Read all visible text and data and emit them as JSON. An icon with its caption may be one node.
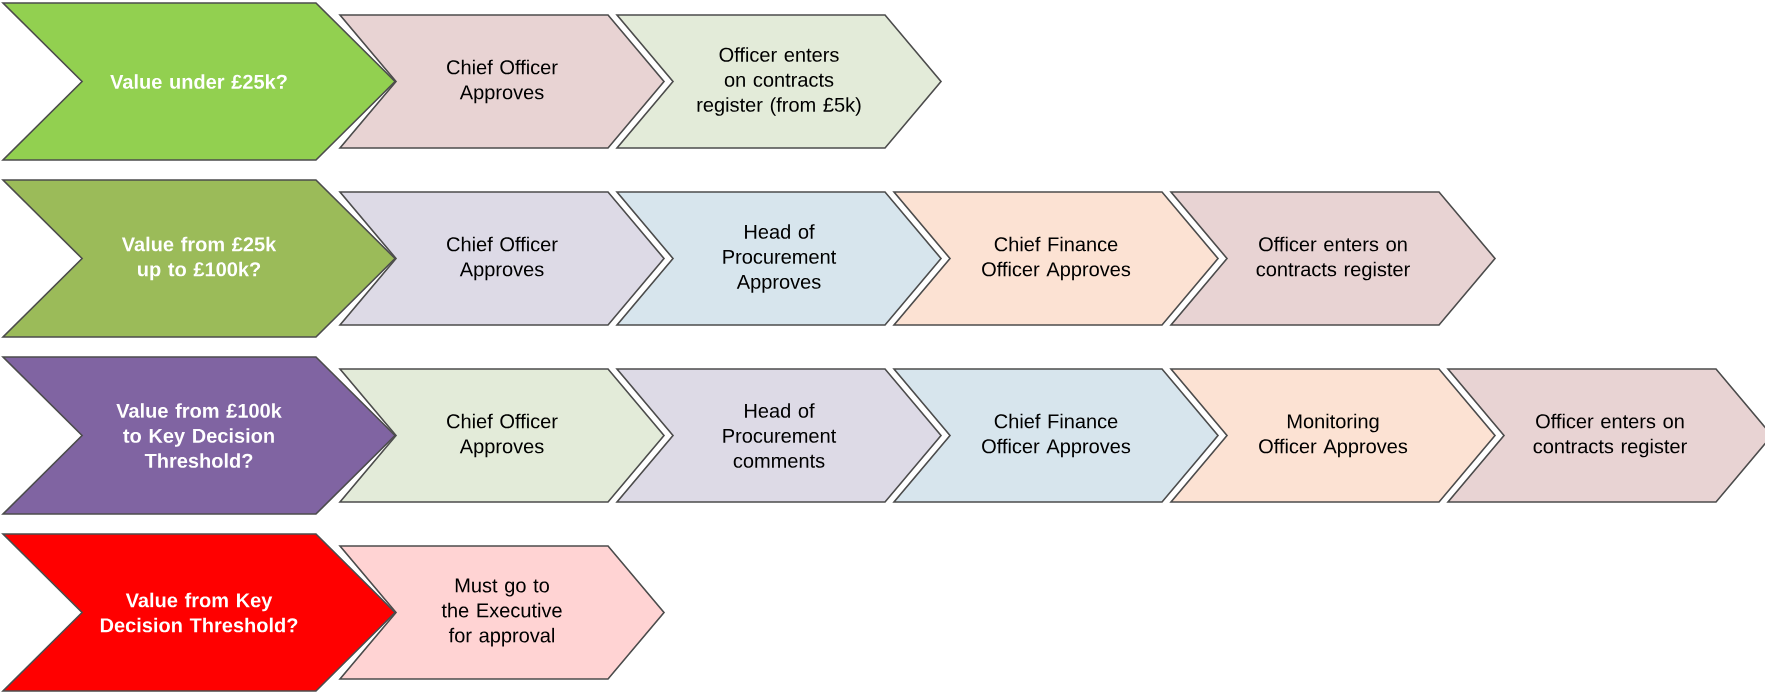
{
  "diagram": {
    "nodes": [
      {
        "text": [
          "Value under £25k?"
        ]
      },
      {
        "text": [
          "Chief Officer Approves"
        ]
      },
      {
        "text": [
          "Officer enters on contracts register (from £5k)"
        ]
      },
      {
        "text": [
          "Value from £25k up to £100k?"
        ]
      },
      {
        "text": [
          "Chief Officer Approves"
        ]
      },
      {
        "text": [
          "Head of Procurement Approves"
        ]
      },
      {
        "text": [
          "Chief Finance Officer Approves"
        ]
      },
      {
        "text": [
          "Officer enters on contracts register"
        ]
      },
      {
        "text": [
          "Value from £100k to Key Decision Threshold?"
        ]
      },
      {
        "text": [
          "Chief Officer Approves"
        ]
      },
      {
        "text": [
          "Head of Procurement comments"
        ]
      },
      {
        "text": [
          "Chief Finance Officer Approves"
        ]
      },
      {
        "text": [
          "Monitoring Officer Approves"
        ]
      },
      {
        "text": [
          "Officer enters on contracts register"
        ]
      },
      {
        "text": [
          "Value from Key Decision Threshold?"
        ]
      },
      {
        "text": [
          "Must go to the Executive for approval"
        ]
      }
    ]
  }
}
